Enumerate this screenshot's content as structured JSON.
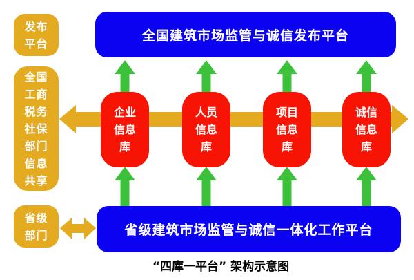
{
  "colors": {
    "platform_blue": "#0b02f2",
    "database_red": "#f81405",
    "arrow_green": "#3cc23a",
    "gold": "#e5ab20",
    "box_text": "#ffffff",
    "caption_text": "#000000",
    "background": "#ffffff"
  },
  "top_platform": {
    "label": "全国建筑市场监管与诚信发布平台"
  },
  "bottom_platform": {
    "label": "省级建筑市场监管与诚信一体化工作平台"
  },
  "left_column": {
    "publish_platform": {
      "text": "发布\n平台"
    },
    "info_sharing": {
      "text": "全国\n工商\n税务\n社保\n部门\n信息\n共享"
    },
    "provincial_departments": {
      "text": "省级\n部门"
    }
  },
  "databases": [
    {
      "name": "enterprise-database",
      "text": "企业\n信息\n库"
    },
    {
      "name": "personnel-database",
      "text": "人员\n信息\n库"
    },
    {
      "name": "project-database",
      "text": "项目\n信息\n库"
    },
    {
      "name": "integrity-database",
      "text": "诚信\n信息\n库"
    }
  ],
  "caption": "“四库一平台” 架构示意图"
}
